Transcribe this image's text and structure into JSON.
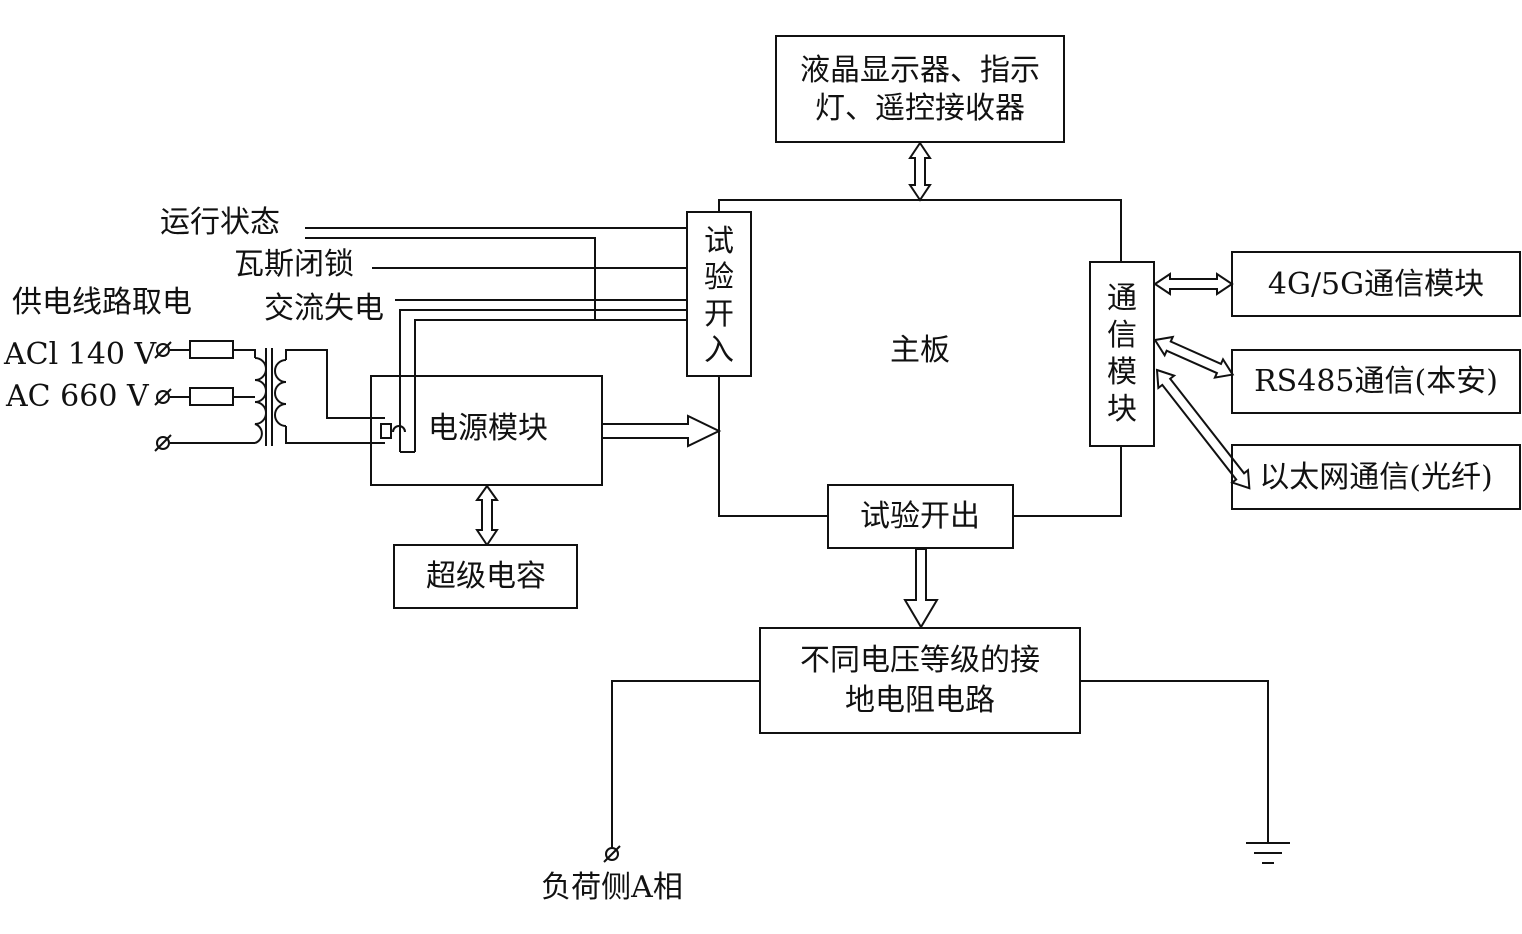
{
  "blocks": {
    "lcd_line1": "液晶显示器、指示",
    "lcd_line2": "灯、遥控接收器",
    "mainboard": "主板",
    "test_input_chars": [
      "试",
      "验",
      "开",
      "入"
    ],
    "comm_module_chars": [
      "通",
      "信",
      "模",
      "块"
    ],
    "power_module": "电源模块",
    "supercap": "超级电容",
    "test_output": "试验开出",
    "ground_res_line1": "不同电压等级的接",
    "ground_res_line2": "地电阻电路",
    "comm_4g5g": "4G/5G通信模块",
    "comm_rs485": "RS485通信(本安)",
    "comm_ethernet": "以太网通信(光纤)"
  },
  "inputs": {
    "run_state": "运行状态",
    "gas_lock": "瓦斯闭锁",
    "ac_loss": "交流失电",
    "supply_title": "供电线路取电",
    "ac_1140": "ACl 140 V",
    "ac_660": "AC 660 V"
  },
  "terminals": {
    "load_phase_a": "负荷侧A相"
  }
}
